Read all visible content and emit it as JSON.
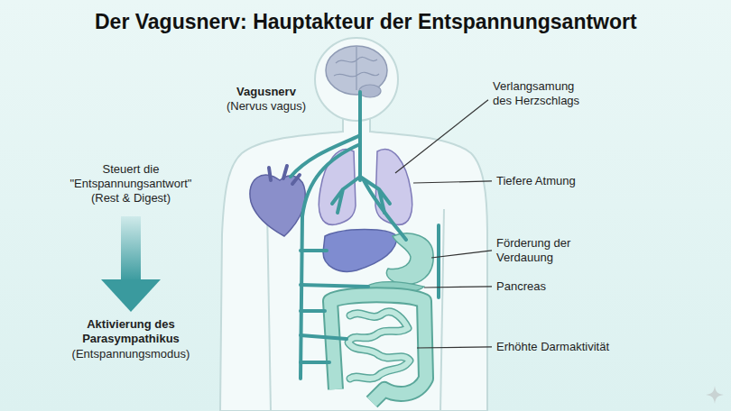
{
  "diagram": {
    "title": "Der Vagusnerv: Hauptakteur der Entspannungsantwort",
    "labels": [
      "Vagusnerv",
      "(Nervus vagus)",
      "Verlangsamung des Herzschlags",
      "Tiefere Atmung",
      "Förderung der Verdauung",
      "Pancreas",
      "Erhöhte Darmaktivität",
      "Steuert die \"Entspannungsantwort\" (Rest & Digest)",
      "Aktivierung des Parasympathikus",
      "(Entspannungsmodus)"
    ]
  }
}
